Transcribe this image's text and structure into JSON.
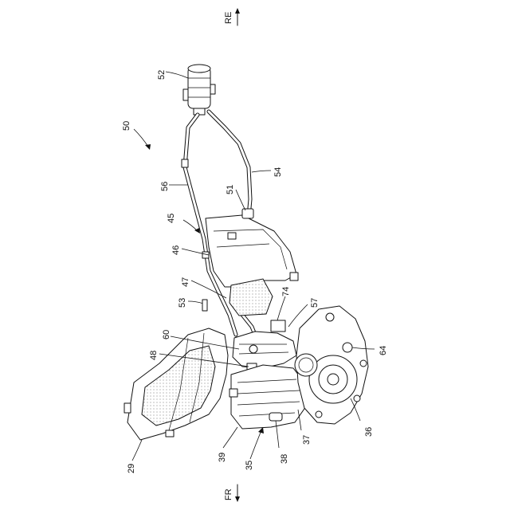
{
  "directions": {
    "re": "RE",
    "fr": "FR"
  },
  "labels": [
    {
      "id": "29",
      "text": "29"
    },
    {
      "id": "35",
      "text": "35"
    },
    {
      "id": "36",
      "text": "36"
    },
    {
      "id": "37",
      "text": "37"
    },
    {
      "id": "38",
      "text": "38"
    },
    {
      "id": "39",
      "text": "39"
    },
    {
      "id": "45",
      "text": "45"
    },
    {
      "id": "46",
      "text": "46"
    },
    {
      "id": "47",
      "text": "47"
    },
    {
      "id": "48",
      "text": "48"
    },
    {
      "id": "50",
      "text": "50"
    },
    {
      "id": "51",
      "text": "51"
    },
    {
      "id": "52",
      "text": "52"
    },
    {
      "id": "53",
      "text": "53"
    },
    {
      "id": "54",
      "text": "54"
    },
    {
      "id": "56",
      "text": "56"
    },
    {
      "id": "57",
      "text": "57"
    },
    {
      "id": "60",
      "text": "60"
    },
    {
      "id": "64",
      "text": "64"
    },
    {
      "id": "74",
      "text": "74"
    }
  ]
}
